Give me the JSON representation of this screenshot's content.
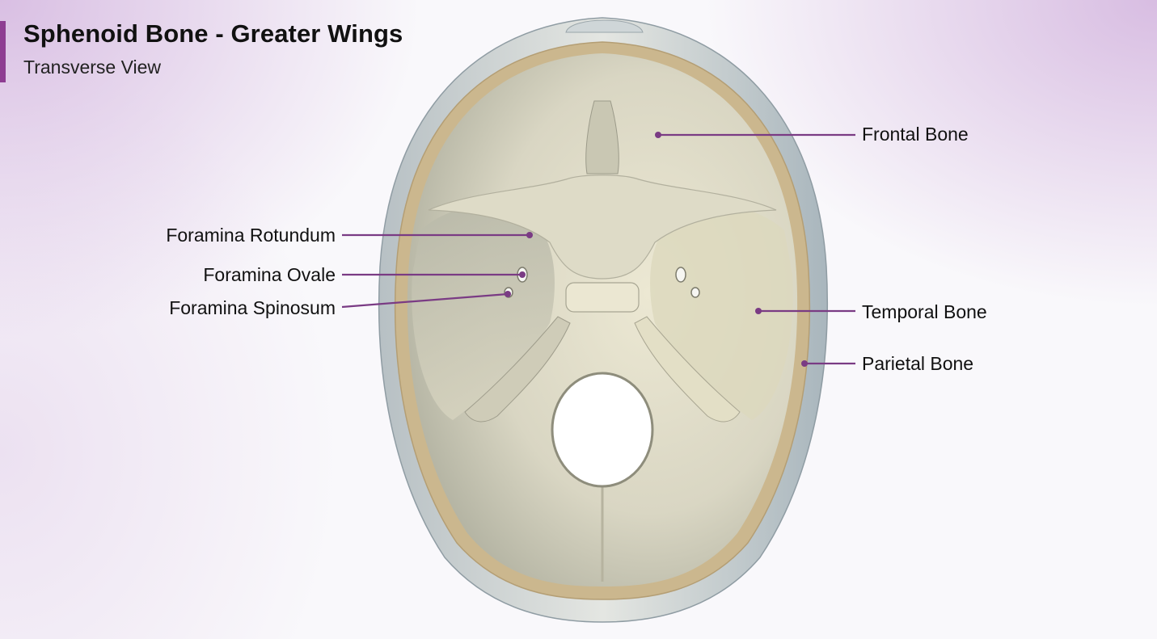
{
  "title": "Sphenoid Bone - Greater Wings",
  "subtitle": "Transverse View",
  "colors": {
    "accent": "#8e3d92",
    "leader_line": "#7a3b84",
    "bone_light": "#e6e3d2",
    "bone_shadow": "#a9a998",
    "cortex": "#cdb892"
  },
  "labels": [
    {
      "id": "frontal",
      "text": "Frontal Bone"
    },
    {
      "id": "temporal",
      "text": "Temporal Bone"
    },
    {
      "id": "parietal",
      "text": "Parietal Bone"
    },
    {
      "id": "rotundum",
      "text": "Foramina Rotundum"
    },
    {
      "id": "ovale",
      "text": "Foramina Ovale"
    },
    {
      "id": "spinosum",
      "text": "Foramina Spinosum"
    }
  ]
}
